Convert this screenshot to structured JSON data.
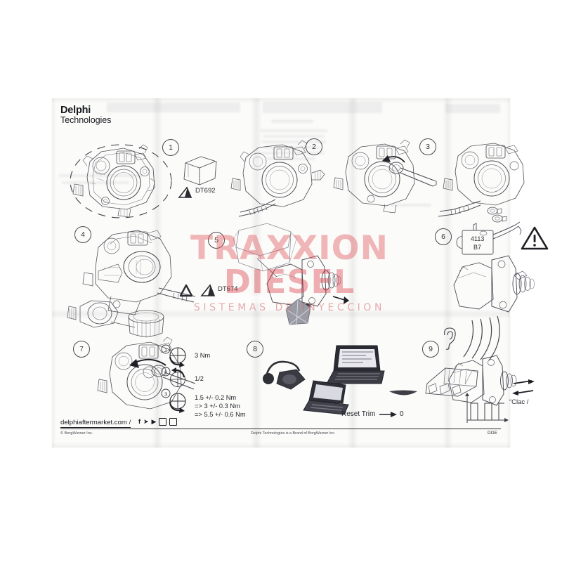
{
  "document": {
    "brand_line1": "Delphi",
    "brand_line2": "Technologies",
    "type": "service-instruction-sheet"
  },
  "watermark": {
    "main": "TRAXXION",
    "sub": "DIESEL",
    "tagline": "SISTEMAS DE INYECCION",
    "color_main": "#e25c60",
    "color_sub": "#dd3a42"
  },
  "steps": [
    {
      "number": "1",
      "tool_label": "DT692",
      "caption": ""
    },
    {
      "number": "2",
      "tool_label": "",
      "caption": ""
    },
    {
      "number": "3",
      "tool_label": "",
      "caption": ""
    },
    {
      "number": "4",
      "tool_label": "DT674",
      "caption": ""
    },
    {
      "number": "5",
      "tool_label": "",
      "caption": ""
    },
    {
      "number": "6",
      "tool_label": "DT674",
      "caption": ""
    },
    {
      "number": "7",
      "tool_label": "",
      "caption": ""
    },
    {
      "number": "8",
      "tool_label": "",
      "caption": "Reset Trim"
    },
    {
      "number": "9",
      "tool_label": "",
      "caption": "“Clac /"
    }
  ],
  "oil_can": {
    "code_line1": "4113",
    "code_line2": "B7"
  },
  "torque": {
    "rows": [
      {
        "index": "1",
        "value": "3 Nm"
      },
      {
        "index": "2",
        "value": "1/2"
      },
      {
        "index": "3",
        "value": "1.5 +/- 0.2 Nm"
      }
    ],
    "extra_line1": "=> 3 +/- 0.3 Nm",
    "extra_line2": "=> 5.5 +/- 0.6 Nm"
  },
  "diagnostic": {
    "reset_trim_label": "Reset Trim",
    "reset_trim_value": "0",
    "arrow": "→"
  },
  "footer": {
    "website": "delphiaftermarket.com /",
    "social": [
      "facebook-icon",
      "twitter-icon",
      "youtube-icon",
      "linkedin-icon",
      "instagram-icon"
    ],
    "social_glyphs": [
      "f",
      "✈",
      "▶",
      "in",
      "▢"
    ],
    "copyright": "© BorgWarner Inc.",
    "brand_note": "Delphi Technologies is a Brand of BorgWarner Inc.",
    "doc_code": "DDE"
  }
}
